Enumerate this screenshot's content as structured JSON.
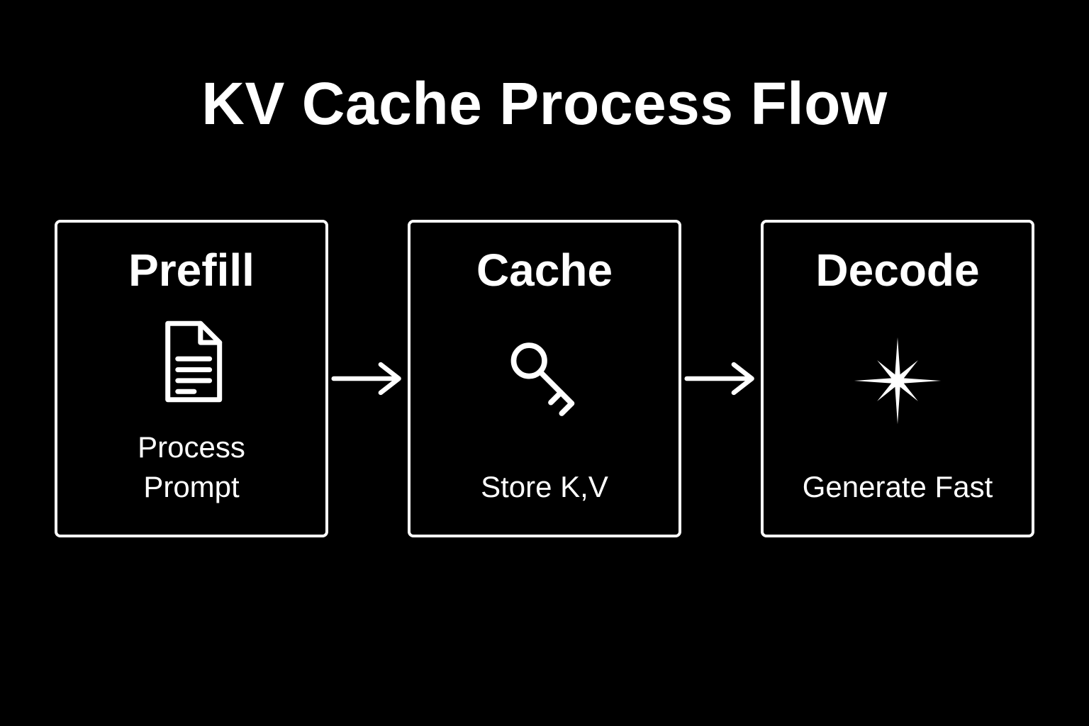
{
  "title": "KV Cache Process Flow",
  "colors": {
    "background": "#000000",
    "foreground": "#ffffff"
  },
  "steps": [
    {
      "heading": "Prefill",
      "icon": "document-icon",
      "label": "Process Prompt"
    },
    {
      "heading": "Cache",
      "icon": "key-icon",
      "label": "Store K,V"
    },
    {
      "heading": "Decode",
      "icon": "sparkle-icon",
      "label": "Generate Fast"
    }
  ],
  "arrows": [
    {
      "icon": "arrow-right-icon"
    },
    {
      "icon": "arrow-right-icon"
    }
  ]
}
